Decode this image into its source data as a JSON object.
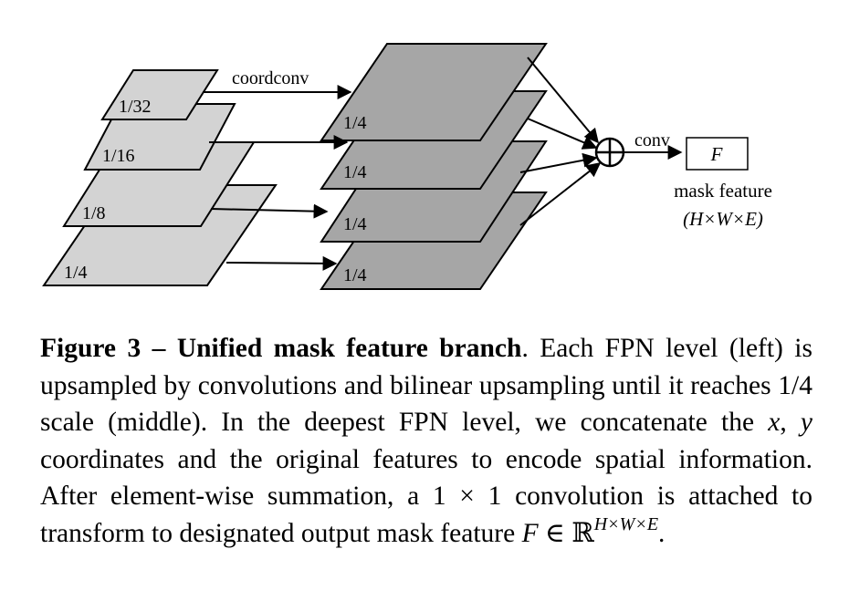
{
  "diagram": {
    "fpn_levels": [
      {
        "scale": "1/32",
        "name": "fpn-level-1-32"
      },
      {
        "scale": "1/16",
        "name": "fpn-level-1-16"
      },
      {
        "scale": "1/8",
        "name": "fpn-level-1-8"
      },
      {
        "scale": "1/4",
        "name": "fpn-level-1-4"
      }
    ],
    "upsampled_levels": [
      "1/4",
      "1/4",
      "1/4",
      "1/4"
    ],
    "coordconv_label": "coordconv",
    "sum_symbol": "+",
    "conv_label": "conv",
    "output_box_label": "F",
    "mask_feature_label": "mask feature",
    "mask_feature_dims": "(H×W×E)",
    "colors": {
      "fpn_fill": "#d3d3d3",
      "upsampled_fill": "#a6a6a6",
      "stroke": "#000000"
    }
  },
  "caption": {
    "figure_number": "Figure 3",
    "dash": " – ",
    "title": "Unified mask feature branch",
    "text_1": ". Each FPN level (left) is upsampled by convolutions and bilinear upsampling until it reaches 1/4 scale (middle). In the deepest FPN level, we concatenate the ",
    "var_x": "x",
    "comma": ", ",
    "var_y": "y",
    "text_2": " coordinates and the original features to encode spatial information. After element-wise summation, a 1 × 1 convolution is attached to transform to designated output mask feature ",
    "var_F": "F",
    "in_symbol": " ∈ ℝ",
    "superscript": "H×W×E",
    "end": "."
  }
}
